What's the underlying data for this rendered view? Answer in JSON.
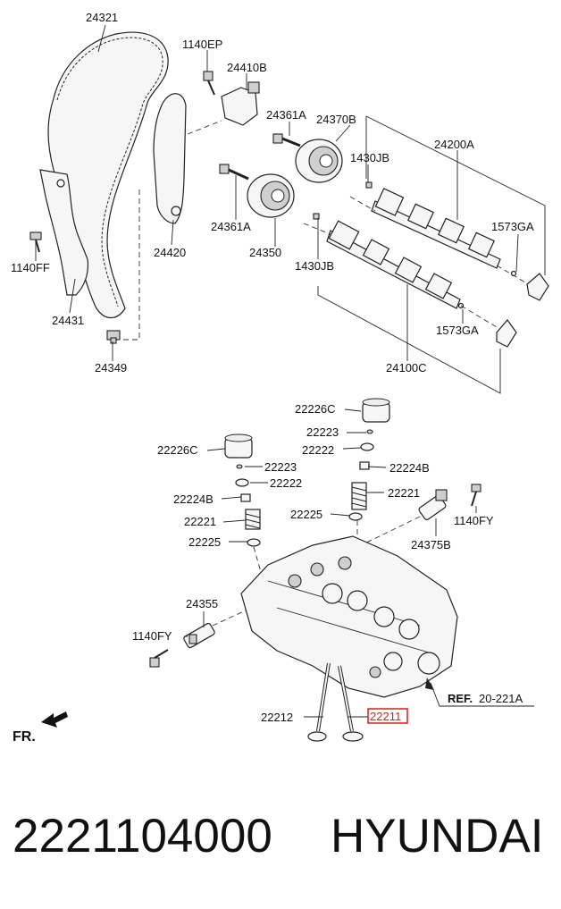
{
  "diagram": {
    "labels": {
      "l24321": "24321",
      "l1140EP": "1140EP",
      "l24410B": "24410B",
      "l24361A_top": "24361A",
      "l24370B": "24370B",
      "l1430JB_top": "1430JB",
      "l24200A": "24200A",
      "l1573GA_top": "1573GA",
      "l24361A_mid": "24361A",
      "l24420": "24420",
      "l24350": "24350",
      "l1430JB_mid": "1430JB",
      "l1140FF": "1140FF",
      "l24431": "24431",
      "l24349": "24349",
      "l1573GA_bot": "1573GA",
      "l24100C": "24100C",
      "l22226C_r": "22226C",
      "l22223_r": "22223",
      "l22222_r": "22222",
      "l22226C_l": "22226C",
      "l22223_l": "22223",
      "l22222_l": "22222",
      "l22224B_r": "22224B",
      "l22224B_l": "22224B",
      "l22221_r": "22221",
      "l22221_l": "22221",
      "l22225_r": "22225",
      "l22225_l": "22225",
      "l1140FY_r": "1140FY",
      "l24375B": "24375B",
      "l24355": "24355",
      "l1140FY_l": "1140FY",
      "l22212": "22212",
      "l22211": "22211",
      "ref_prefix": "REF.",
      "ref_value": "20-221A",
      "front": "FR."
    },
    "highlight_color": "#d62020"
  },
  "footer": {
    "part_number": "2221104000",
    "brand": "HYUNDAI"
  }
}
